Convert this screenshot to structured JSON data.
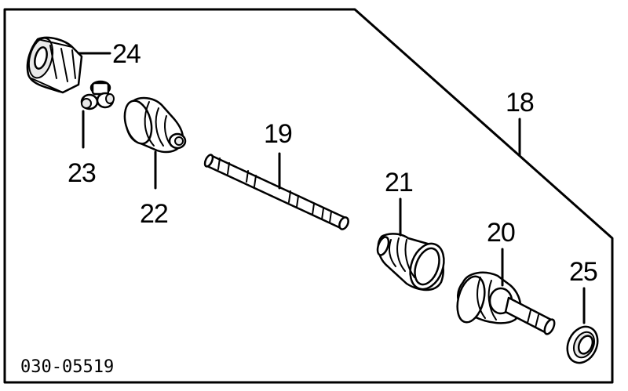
{
  "diagram": {
    "code": "030-05519",
    "parts": {
      "p18": "18",
      "p19": "19",
      "p20": "20",
      "p21": "21",
      "p22": "22",
      "p23": "23",
      "p24": "24",
      "p25": "25"
    }
  }
}
